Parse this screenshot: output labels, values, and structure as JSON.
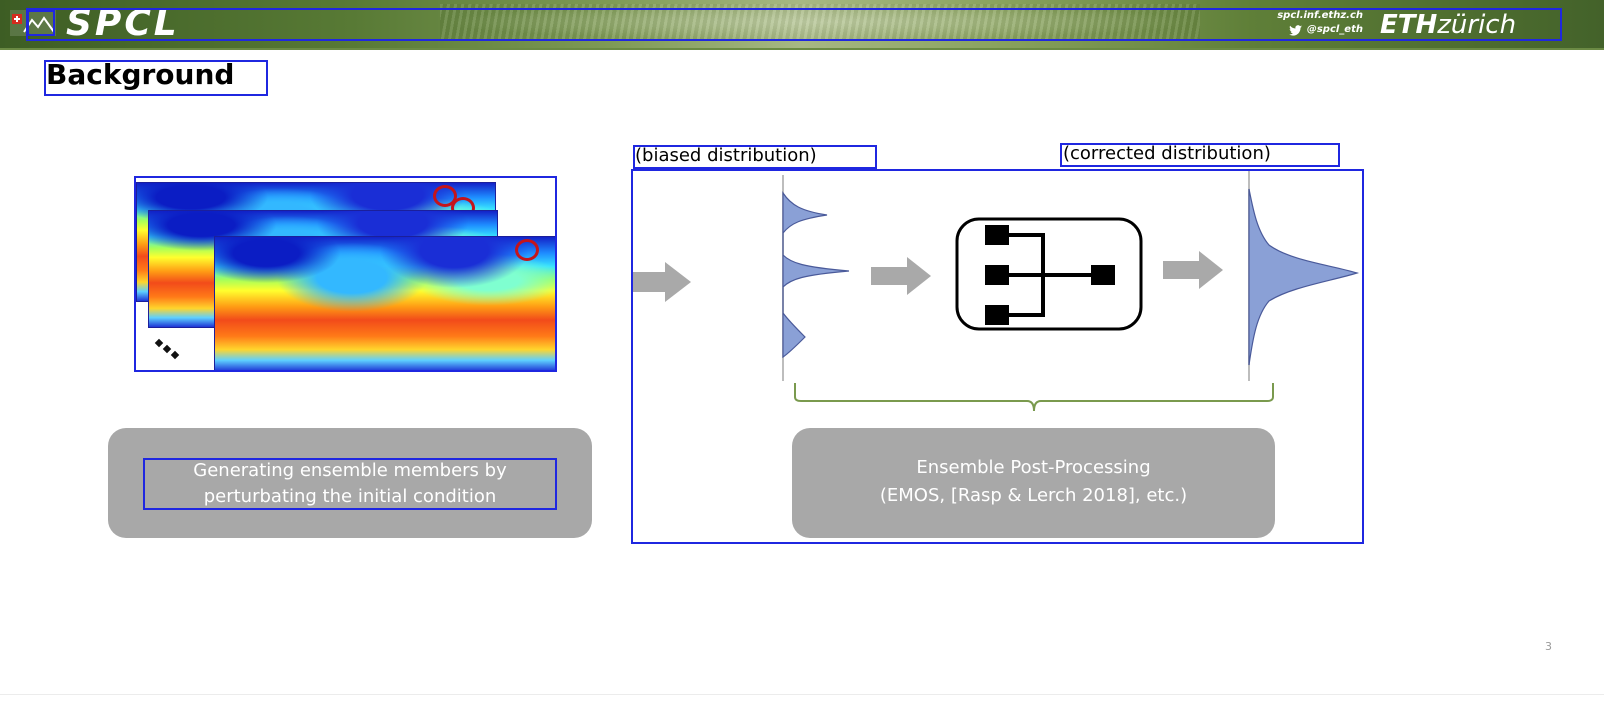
{
  "header": {
    "brand": "SPCL",
    "website": "spcl.inf.ethz.ch",
    "twitter": "@spcl_eth",
    "eth_bold": "ETH",
    "eth_light": "zürich",
    "accent_color": "#1f27e0"
  },
  "slide": {
    "title": "Background",
    "page_number": "3"
  },
  "left_panel": {
    "caption_line1": "Generating ensemble members by",
    "caption_line2": "perturbating the initial condition"
  },
  "right_panel": {
    "label_biased": "(biased distribution)",
    "label_corrected": "(corrected distribution)",
    "caption_line1": "Ensemble Post-Processing",
    "caption_line2": "(EMOS, [Rasp & Lerch 2018], etc.)"
  },
  "icons": [
    "swiss-flag-icon",
    "mountain-logo-icon",
    "twitter-icon",
    "arrow-right-icon",
    "neural-network-icon",
    "distribution-curve-icon",
    "curly-brace-icon"
  ]
}
